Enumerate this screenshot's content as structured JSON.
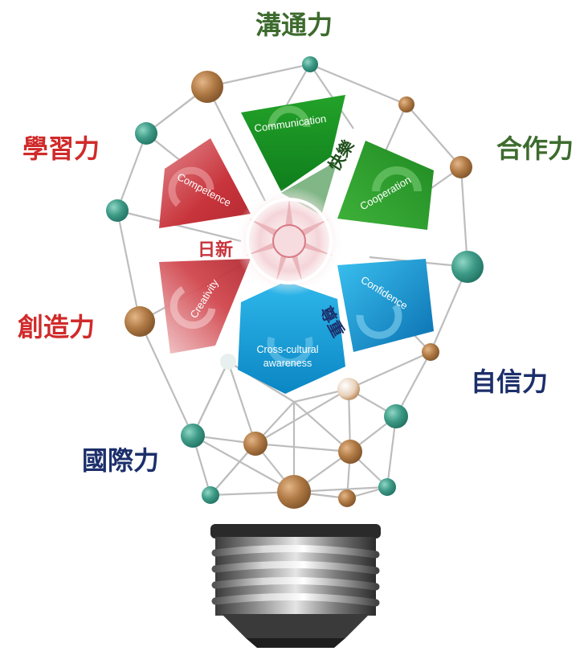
{
  "outer_labels": {
    "communication": "溝通力",
    "learning": "學習力",
    "cooperation": "合作力",
    "creativity": "創造力",
    "confidence": "自信力",
    "international": "國際力"
  },
  "petals": {
    "communication": "Communication",
    "competence": "Competence",
    "cooperation": "Cooperation",
    "creativity": "Creativity",
    "confidence": "Confidence",
    "cross_cultural_line1": "Cross-cultural",
    "cross_cultural_line2": "awareness"
  },
  "motto": {
    "renewal": "日新",
    "joy": "快樂",
    "respect": "尊重"
  },
  "colors": {
    "green": "#2e9a2a",
    "red": "#c8343b",
    "blue": "#14a6dd",
    "label_green": "#3d6b2e",
    "label_red": "#d02a2a",
    "label_navy": "#1c2f6b",
    "node_teal": "#3d9a86",
    "node_brown": "#b07a45"
  }
}
